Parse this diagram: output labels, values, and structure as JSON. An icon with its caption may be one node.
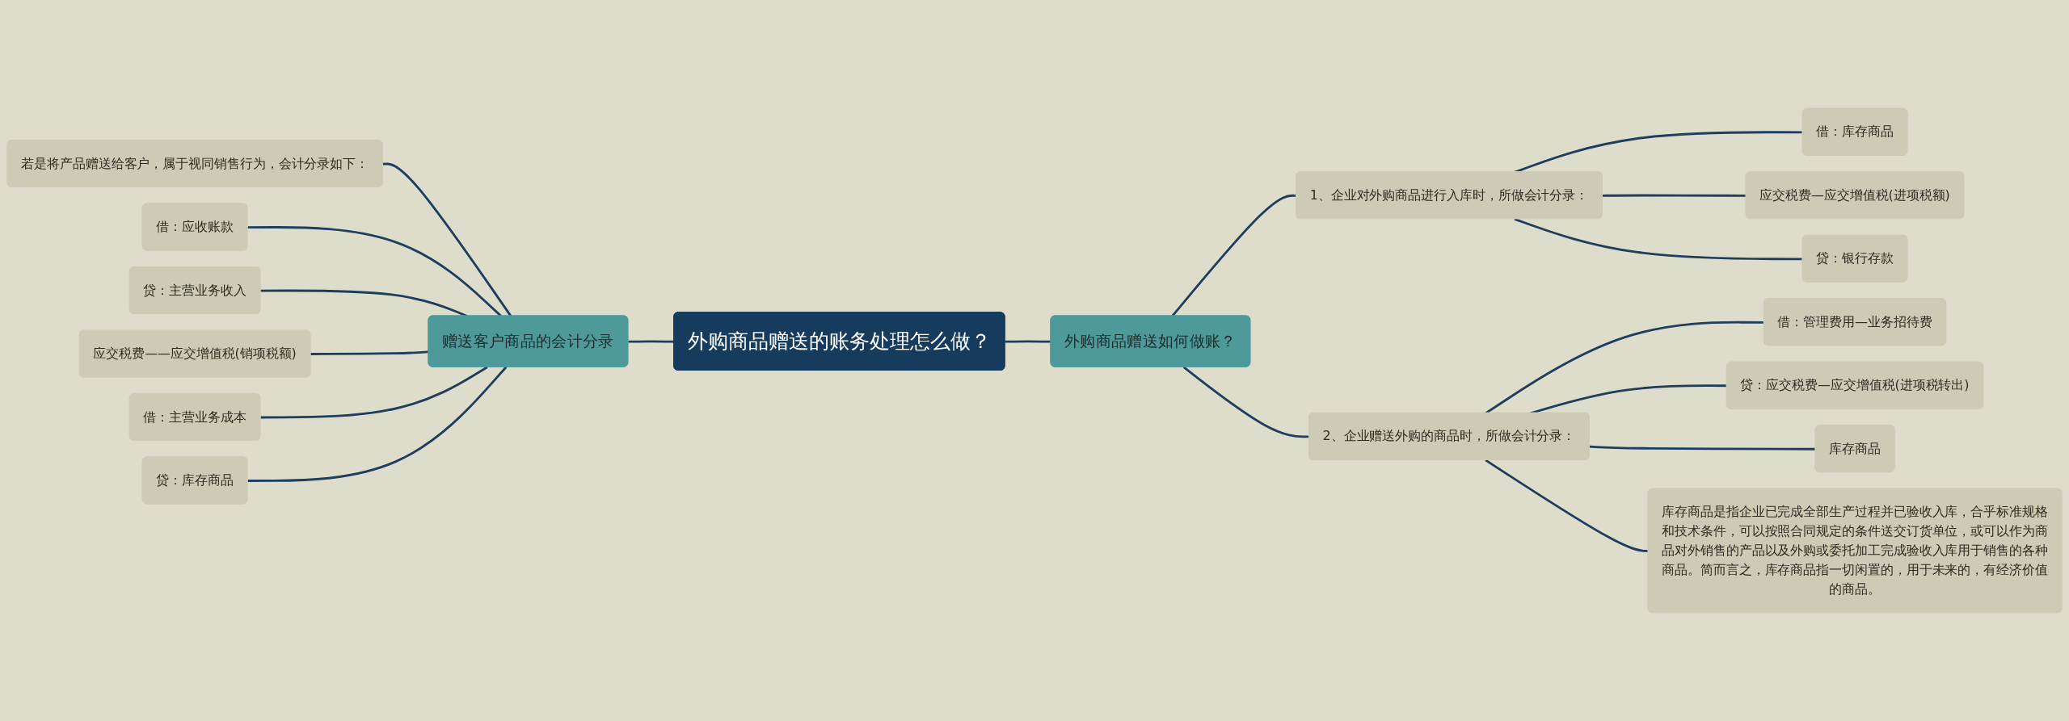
{
  "diagram": {
    "nodes": [
      {
        "text": [
          "外购商品赠送的账务处理怎么做？"
        ]
      },
      {
        "text": [
          "赠送客户商品的会计分录"
        ]
      },
      {
        "text": [
          "若是将产品赠送给客户，属于视同销售行为，会计分录如下："
        ]
      },
      {
        "text": [
          "借：应收账款"
        ]
      },
      {
        "text": [
          "贷：主营业务收入"
        ]
      },
      {
        "text": [
          "应交税费——应交增值税(销项税额)"
        ]
      },
      {
        "text": [
          "借：主营业务成本"
        ]
      },
      {
        "text": [
          "贷：库存商品"
        ]
      },
      {
        "text": [
          "外购商品赠送如何做账？"
        ]
      },
      {
        "text": [
          "1、企业对外购商品进行入库时，所做会计分录："
        ]
      },
      {
        "text": [
          "借：库存商品"
        ]
      },
      {
        "text": [
          "应交税费—应交增值税(进项税额)"
        ]
      },
      {
        "text": [
          "贷：银行存款"
        ]
      },
      {
        "text": [
          "2、企业赠送外购的商品时，所做会计分录："
        ]
      },
      {
        "text": [
          "借：管理费用—业务招待费"
        ]
      },
      {
        "text": [
          "贷：应交税费—应交增值税(进项税转出)"
        ]
      },
      {
        "text": [
          "库存商品"
        ]
      },
      {
        "text": [
          "库存商品是指企业已完成全部生产过程并已验收入库，合乎标准规格和技术条件，可以按照合同规定的条件送交订货单位，或可以作为商品对外销售的产品以及外购或委托加工完成验收入库用于销售的各种商品。简而言之，库存商品指一切闲置的，用于未来的，有经济价值的商品。"
        ]
      }
    ],
    "edges": [
      {
        "from": 2,
        "to": 1,
        "arrow": "none"
      },
      {
        "from": 3,
        "to": 1,
        "arrow": "none"
      },
      {
        "from": 4,
        "to": 1,
        "arrow": "none"
      },
      {
        "from": 5,
        "to": 1,
        "arrow": "none"
      },
      {
        "from": 6,
        "to": 1,
        "arrow": "none"
      },
      {
        "from": 7,
        "to": 1,
        "arrow": "none"
      },
      {
        "from": 1,
        "to": 0,
        "arrow": "none"
      },
      {
        "from": 0,
        "to": 8,
        "arrow": "none"
      },
      {
        "from": 8,
        "to": 9,
        "arrow": "none"
      },
      {
        "from": 8,
        "to": 13,
        "arrow": "none"
      },
      {
        "from": 9,
        "to": 10,
        "arrow": "none"
      },
      {
        "from": 9,
        "to": 11,
        "arrow": "none"
      },
      {
        "from": 9,
        "to": 12,
        "arrow": "none"
      },
      {
        "from": 13,
        "to": 14,
        "arrow": "none"
      },
      {
        "from": 13,
        "to": 15,
        "arrow": "none"
      },
      {
        "from": 13,
        "to": 16,
        "arrow": "none"
      },
      {
        "from": 13,
        "to": 17,
        "arrow": "none"
      }
    ]
  }
}
